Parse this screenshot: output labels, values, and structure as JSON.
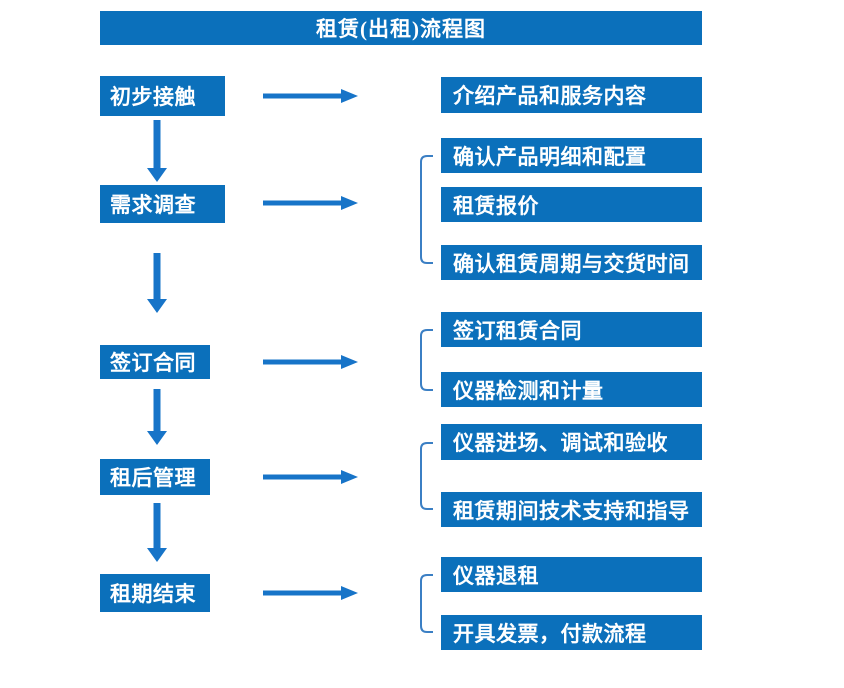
{
  "title": "租赁(出租)流程图",
  "colors": {
    "box_fill": "#0b70bb",
    "arrow": "#1774c8",
    "bracket": "#3b7fc4",
    "box_text": "#ffffff",
    "background": "#ffffff"
  },
  "flow": {
    "steps": [
      {
        "label": "初步接触",
        "outputs": [
          "介绍产品和服务内容"
        ]
      },
      {
        "label": "需求调查",
        "outputs": [
          "确认产品明细和配置",
          "租赁报价",
          "确认租赁周期与交货时间"
        ]
      },
      {
        "label": "签订合同",
        "outputs": [
          "签订租赁合同",
          "仪器检测和计量"
        ]
      },
      {
        "label": "租后管理",
        "outputs": [
          "仪器进场、调试和验收",
          "租赁期间技术支持和指导"
        ]
      },
      {
        "label": "租期结束",
        "outputs": [
          "仪器退租",
          "开具发票，付款流程"
        ]
      }
    ]
  }
}
